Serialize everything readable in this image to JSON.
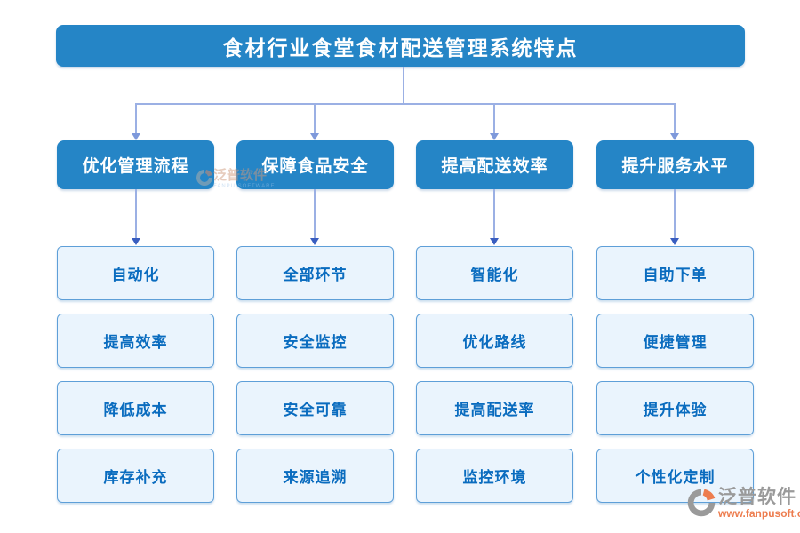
{
  "title": "食材行业食堂食材配送管理系统特点",
  "columns": [
    {
      "header": "优化管理流程",
      "items": [
        "自动化",
        "提高效率",
        "降低成本",
        "库存补充"
      ]
    },
    {
      "header": "保障食品安全",
      "items": [
        "全部环节",
        "安全监控",
        "安全可靠",
        "来源追溯"
      ]
    },
    {
      "header": "提高配送效率",
      "items": [
        "智能化",
        "优化路线",
        "提高配送率",
        "监控环境"
      ]
    },
    {
      "header": "提升服务水平",
      "items": [
        "自助下单",
        "便捷管理",
        "提升体验",
        "个性化定制"
      ]
    }
  ],
  "brand": {
    "name": "泛普软件",
    "url": "www.fanpusoft.com",
    "caption": "FANPU SOFTWARE"
  },
  "colors": {
    "primary_blue": "#2585c6",
    "connector_line": "#9bb0e4",
    "connector_arrow_light": "#7e99db",
    "connector_arrow_dark": "#3a5ec0",
    "item_fill": "#eaf4fd",
    "item_border": "#5e9fd8",
    "item_text": "#0a6cbf",
    "brand_gray": "#9a9a9a",
    "brand_orange": "#ed7d4f"
  }
}
